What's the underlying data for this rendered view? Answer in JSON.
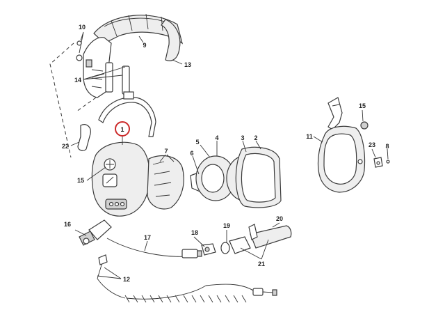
{
  "diagram": {
    "callouts": [
      {
        "id": "c1",
        "label": "1"
      },
      {
        "id": "c2",
        "label": "2"
      },
      {
        "id": "c3",
        "label": "3"
      },
      {
        "id": "c4",
        "label": "4"
      },
      {
        "id": "c5",
        "label": "5"
      },
      {
        "id": "c6",
        "label": "6"
      },
      {
        "id": "c7",
        "label": "7"
      },
      {
        "id": "c8",
        "label": "8"
      },
      {
        "id": "c9",
        "label": "9"
      },
      {
        "id": "c10",
        "label": "10"
      },
      {
        "id": "c11",
        "label": "11"
      },
      {
        "id": "c12",
        "label": "12"
      },
      {
        "id": "c13",
        "label": "13"
      },
      {
        "id": "c14",
        "label": "14"
      },
      {
        "id": "c15a",
        "label": "15"
      },
      {
        "id": "c15b",
        "label": "15"
      },
      {
        "id": "c16",
        "label": "16"
      },
      {
        "id": "c17",
        "label": "17"
      },
      {
        "id": "c18",
        "label": "18"
      },
      {
        "id": "c19",
        "label": "19"
      },
      {
        "id": "c20",
        "label": "20"
      },
      {
        "id": "c21",
        "label": "21"
      },
      {
        "id": "c22",
        "label": "22"
      },
      {
        "id": "c23",
        "label": "23"
      }
    ],
    "highlighted_callout": "1",
    "colors": {
      "highlight": "#cc2a2a",
      "line": "#3a3a3a"
    }
  }
}
